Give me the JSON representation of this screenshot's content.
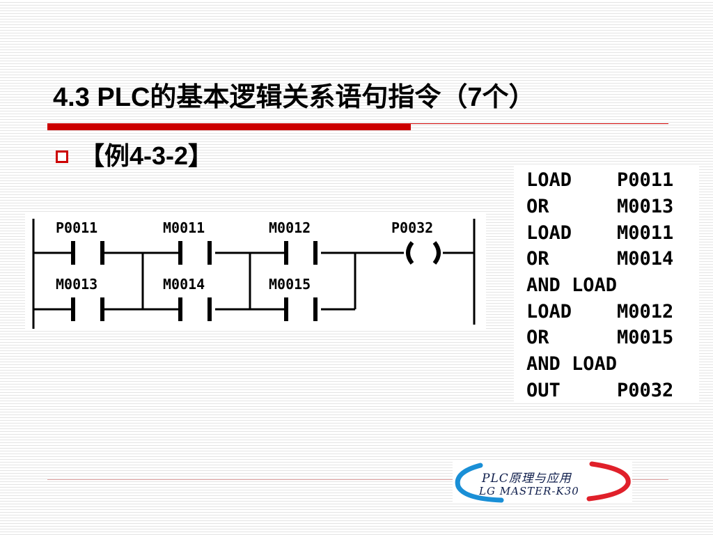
{
  "slide": {
    "title": "4.3 PLC的基本逻辑关系语句指令（7个）",
    "bullet": "【例4-3-2】"
  },
  "ladder": {
    "row1": [
      "P0011",
      "M0011",
      "M0012"
    ],
    "row2": [
      "M0013",
      "M0014",
      "M0015"
    ],
    "coil": "P0032"
  },
  "instruction_list": [
    {
      "op": "LOAD",
      "arg": "P0011"
    },
    {
      "op": "OR",
      "arg": "M0013"
    },
    {
      "op": "LOAD",
      "arg": "M0011"
    },
    {
      "op": "OR",
      "arg": "M0014"
    },
    {
      "op": "AND LOAD",
      "arg": ""
    },
    {
      "op": "LOAD",
      "arg": "M0012"
    },
    {
      "op": "OR",
      "arg": "M0015"
    },
    {
      "op": "AND LOAD",
      "arg": ""
    },
    {
      "op": "OUT",
      "arg": "P0032"
    }
  ],
  "logo": {
    "line1": "PLC原理与应用",
    "line2": "LG MASTER-K30"
  },
  "colors": {
    "accent_red": "#cc0000",
    "logo_blue": "#1a8fd6",
    "logo_red": "#e0202a"
  }
}
